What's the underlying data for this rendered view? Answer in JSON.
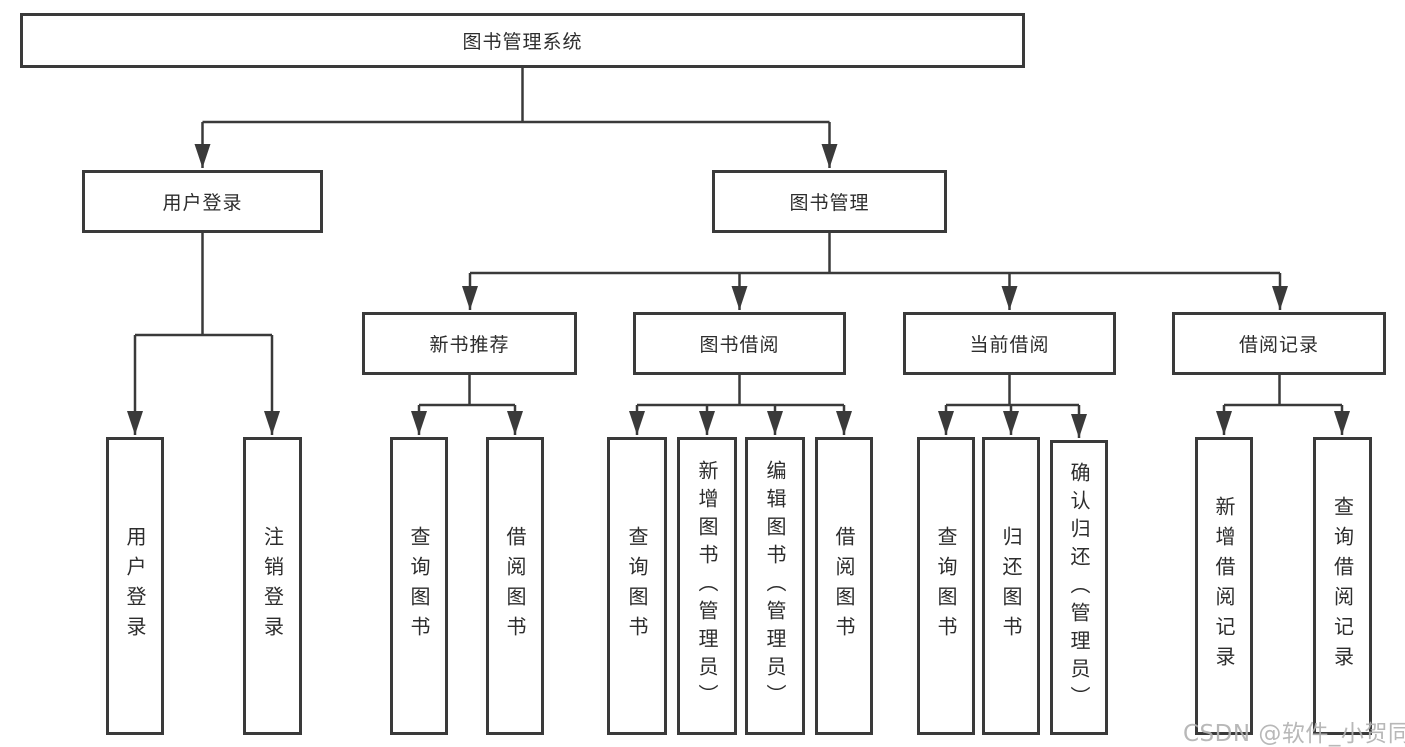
{
  "tree": {
    "root": "图书管理系统",
    "level2": [
      {
        "label": "用户登录",
        "children": [
          "用户登录",
          "注销登录"
        ]
      },
      {
        "label": "图书管理",
        "groups": [
          {
            "label": "新书推荐",
            "children": [
              "查询图书",
              "借阅图书"
            ]
          },
          {
            "label": "图书借阅",
            "children": [
              "查询图书",
              "新增图书（管理员）",
              "编辑图书（管理员）",
              "借阅图书"
            ]
          },
          {
            "label": "当前借阅",
            "children": [
              "查询图书",
              "归还图书",
              "确认归还（管理员）"
            ]
          },
          {
            "label": "借阅记录",
            "children": [
              "新增借阅记录",
              "查询借阅记录"
            ]
          }
        ]
      }
    ]
  },
  "watermark": {
    "text": "CSDN @软件_小贺同学"
  },
  "colors": {
    "line": "#3a3a3a",
    "text": "#2d2d2d",
    "watermark": "#b2b2b2",
    "background": "#ffffff"
  }
}
